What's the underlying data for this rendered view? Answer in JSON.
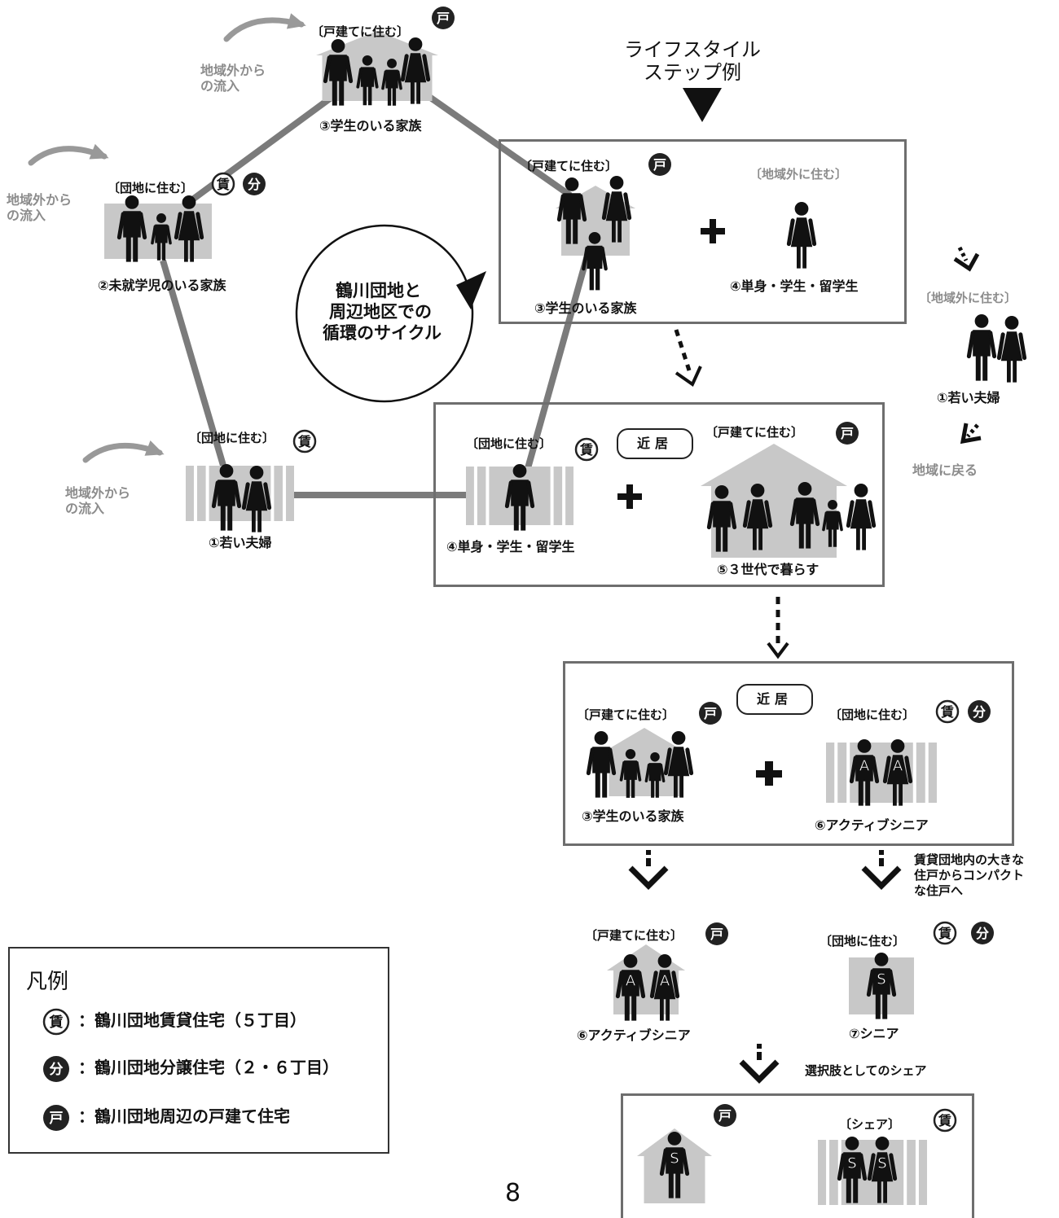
{
  "header": {
    "line1": "ライフスタイル",
    "line2": "ステップ例"
  },
  "cycle_label": [
    "鶴川団地と",
    "周辺地区での",
    "循環のサイクル"
  ],
  "inflow_text": "地域外から\nの流入",
  "tags": {
    "kodate": "〔戸建てに住む〕",
    "danchi": "〔団地に住む〕",
    "outside": "〔地域外に住む〕",
    "share": "〔シェア〕"
  },
  "stages": {
    "young_couple": "①若い夫婦",
    "preschool_family": "②未就学児のいる家族",
    "student_family": "③学生のいる家族",
    "single_student": "④単身・学生・留学生",
    "three_generations": "⑤３世代で暮らす",
    "active_senior": "⑥アクティブシニア",
    "senior": "⑦シニア"
  },
  "side": {
    "return_home": "地域に戻る"
  },
  "kinkyo": "近居",
  "notes": {
    "compact": "賃貸団地内の大きな\n住戸からコンパクト\nな住戸へ",
    "share_option": "選択肢としてのシェア"
  },
  "badges": {
    "rent": "賃",
    "sale": "分",
    "house": "戸"
  },
  "figure_letters": {
    "active": "A",
    "senior": "S"
  },
  "legend": {
    "title": "凡例",
    "items": [
      {
        "badge": "賃",
        "text": "：鶴川団地賃貸住宅（５丁目）"
      },
      {
        "badge": "分",
        "text": "：鶴川団地分譲住宅（２・６丁目）"
      },
      {
        "badge": "戸",
        "text": "：鶴川団地周辺の戸建て住宅"
      }
    ]
  },
  "page_number": "8",
  "colors": {
    "line": "#7b7b7b",
    "building": "#c8c8c8",
    "box": "#6e6e6e",
    "text_gray": "#8c8c8c"
  }
}
